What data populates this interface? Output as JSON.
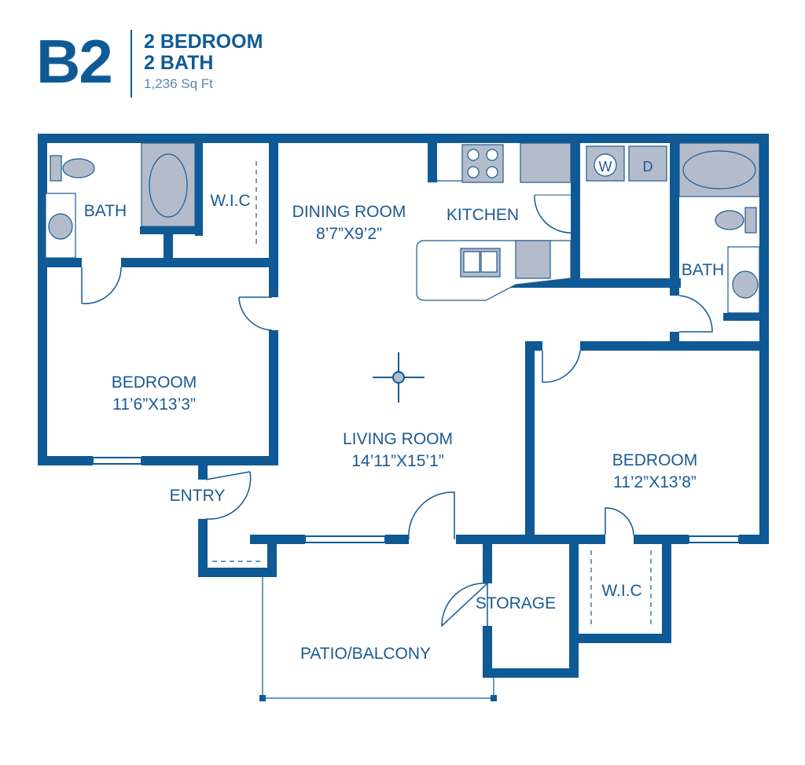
{
  "header": {
    "plan_code": "B2",
    "bedrooms": "2 BEDROOM",
    "baths": "2 BATH",
    "area": "1,236 Sq Ft"
  },
  "rooms": {
    "bath_left": "BATH",
    "wic_top": "W.I.C",
    "dining_name": "DINING ROOM",
    "dining_dim": "8’7”X9’2”",
    "kitchen": "KITCHEN",
    "bath_right": "BATH",
    "bedroom_left_name": "BEDROOM",
    "bedroom_left_dim": "11’6”X13’3”",
    "living_name": "LIVING ROOM",
    "living_dim": "14’11”X15’1”",
    "bedroom_right_name": "BEDROOM",
    "bedroom_right_dim": "11’2”X13’8”",
    "entry": "ENTRY",
    "storage": "STORAGE",
    "wic_bottom": "W.I.C",
    "patio": "PATIO/BALCONY"
  },
  "appliances": {
    "washer": "W",
    "dryer": "D"
  },
  "colors": {
    "wall": "#0f5a95",
    "fixture_fill": "#b4bccb",
    "fixture_stroke": "#1a5a92"
  }
}
